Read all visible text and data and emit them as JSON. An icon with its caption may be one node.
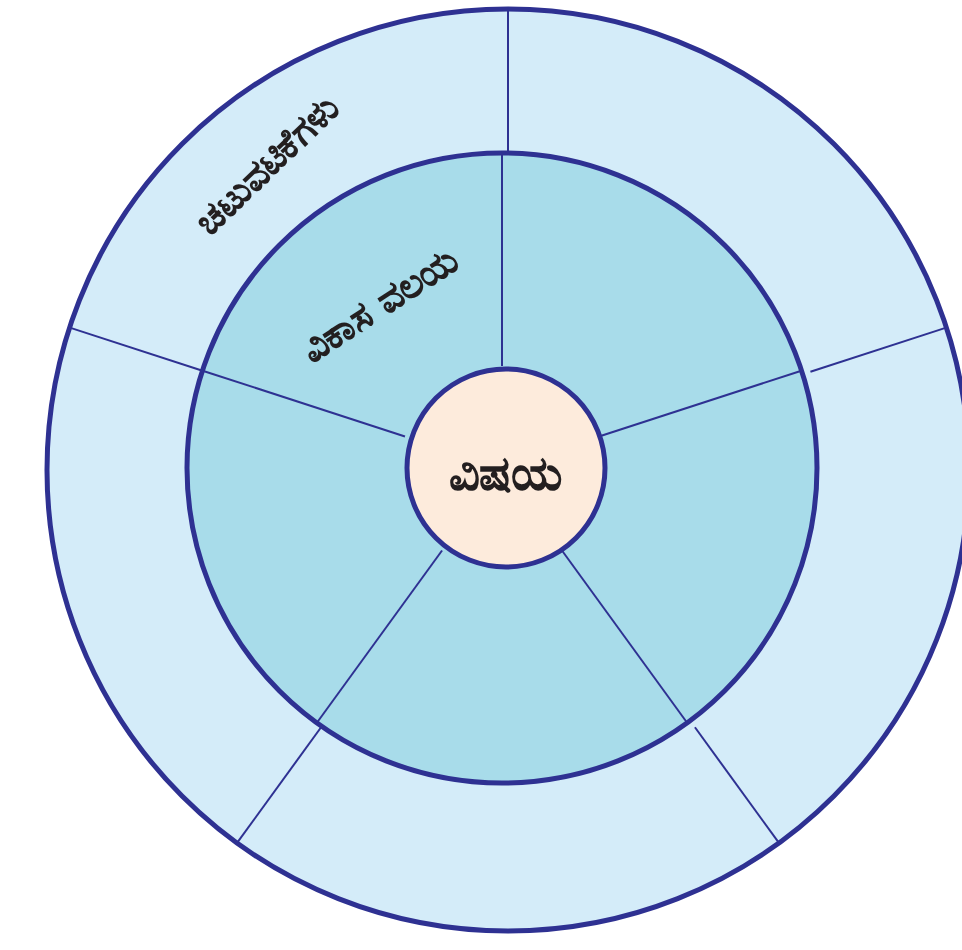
{
  "diagram": {
    "nodes": [
      {
        "text": [
          "ಚಟುವಟಿಕೆಗಳು"
        ]
      },
      {
        "text": [
          "ವಿಕಾಸ ವಲಯ"
        ],
        "in": 0
      },
      {
        "text": [
          "ವಿಷಯ"
        ],
        "in": 1
      }
    ]
  }
}
